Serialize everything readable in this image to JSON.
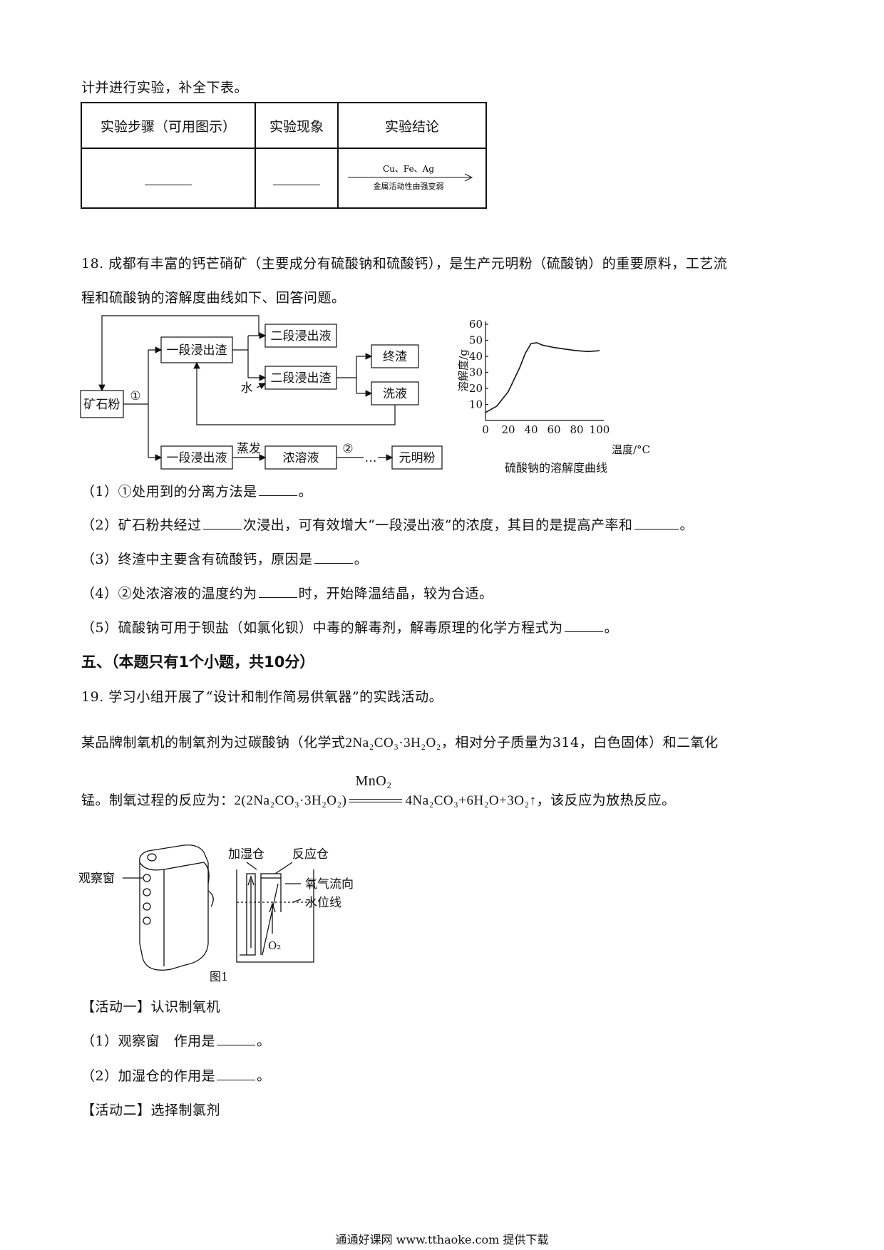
{
  "intro_line": "计并进行实验，补全下表。",
  "table": {
    "headers": [
      "实验步骤（可用图示）",
      "实验现象",
      "实验结论"
    ],
    "conclusion_top": "Cu、Fe、Ag",
    "conclusion_bottom": "金属活动性由强变弱"
  },
  "q18": {
    "line1": "18. 成都有丰富的钙芒硝矿（主要成分有硫酸钠和硫酸钙），是生产元明粉（硫酸钠）的重要原料，工艺流",
    "line2": "程和硫酸钠的溶解度曲线如下、回答问题。",
    "flow": {
      "ore": "矿石粉",
      "step1": "①",
      "residue1": "一段浸出渣",
      "leach2_liquid": "二段浸出液",
      "residue2": "二段浸出渣",
      "water": "水",
      "final_residue": "终渣",
      "wash": "洗液",
      "leach1_liquid": "一段浸出液",
      "evaporate": "蒸发",
      "concentrate": "浓溶液",
      "step2": "②",
      "dots": "…",
      "product": "元明粉"
    },
    "sub1": "（1）①处用到的分离方法是",
    "sub1_end": "。",
    "sub2_a": "（2）矿石粉共经过",
    "sub2_b": "次浸出，可有效增大“一段浸出液”的浓度，其目的是提高产率和",
    "sub2_end": "。",
    "sub3": "（3）终渣中主要含有硫酸钙，原因是",
    "sub3_end": "。",
    "sub4": "（4）②处浓溶液的温度约为",
    "sub4_end": "时，开始降温结晶，较为合适。",
    "sub5": "（5）硫酸钠可用于钡盐（如氯化钡）中毒的解毒剂，解毒原理的化学方程式为",
    "sub5_end": "。"
  },
  "chart_data": {
    "type": "line",
    "title": "硫酸钠的溶解度曲线",
    "xlabel": "温度/°C",
    "ylabel": "溶解度/g",
    "x_ticks": [
      0,
      20,
      40,
      60,
      80,
      100
    ],
    "y_ticks": [
      10,
      20,
      30,
      40,
      50,
      60
    ],
    "xlim": [
      0,
      100
    ],
    "ylim": [
      0,
      60
    ],
    "x": [
      0,
      10,
      20,
      30,
      35,
      40,
      45,
      50,
      60,
      70,
      80,
      90,
      100
    ],
    "y": [
      5,
      9,
      18,
      33,
      42,
      48,
      48.5,
      47,
      45.5,
      44.5,
      43.5,
      43,
      43.5
    ]
  },
  "section5": {
    "title": "五、（本题只有1个小题，共10分）"
  },
  "q19": {
    "line1": "19. 学习小组开展了“设计和制作简易供氧器”的实践活动。",
    "line2_a": "某品牌制氧机的制氧剂为过碳酸钠（化学式",
    "line2_formula": "2Na₂CO₃·3H₂O₂",
    "line2_b": "，相对分子质量为314，白色固体）和二氧化",
    "line3_a": "锰。制氧过程的反应为：",
    "eq_left": "2(2Na₂CO₃·3H₂O₂)",
    "eq_catalyst": "MnO₂",
    "eq_right": "4Na₂CO₃+6H₂O+3O₂↑",
    "line3_b": "，该反应为放热反应。",
    "fig": {
      "window": "观察窗",
      "humid": "加湿仓",
      "reaction": "反应仓",
      "flow": "氧气流向",
      "water_line": "水位线",
      "o2": "O₂",
      "caption": "图1"
    },
    "activity1": "【活动一】认识制氧机",
    "a1_q1": "（1）观察窗　作用是",
    "a1_q1_end": "。",
    "a1_q2": "（2）加湿仓的作用是",
    "a1_q2_end": "。",
    "activity2": "【活动二】选择制氯剂"
  },
  "footer": "通通好课网  www.tthaoke.com  提供下载"
}
